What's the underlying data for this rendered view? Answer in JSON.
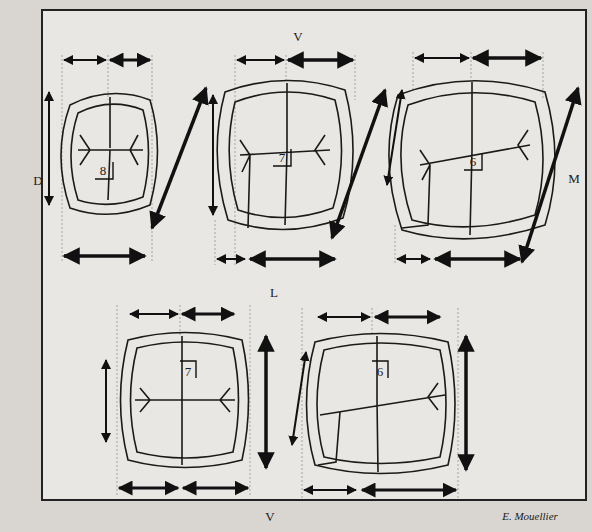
{
  "diagram": {
    "labels": [
      "V",
      "D",
      "8",
      "7",
      "6",
      "M",
      "L",
      "7",
      "6",
      "V",
      "E. Mouellier"
    ]
  }
}
